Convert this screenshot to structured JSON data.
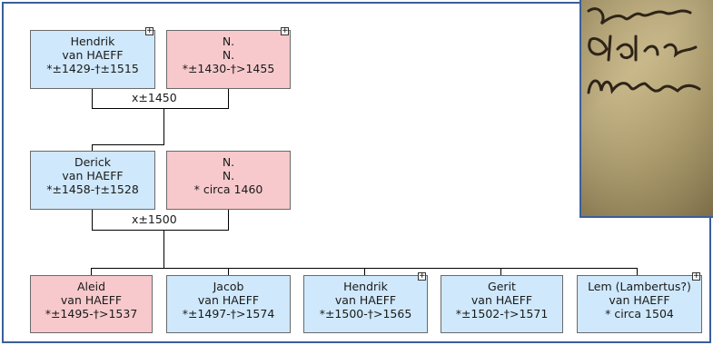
{
  "generations": {
    "gen1": [
      {
        "lines": [
          "Hendrik",
          "van HAEFF",
          "*±1429-†±1515"
        ],
        "sex": "male",
        "expandable": true
      },
      {
        "lines": [
          "N.",
          "N.",
          "*±1430-†>1455"
        ],
        "sex": "female",
        "expandable": true
      }
    ],
    "gen1_marriage": "x±1450",
    "gen2": [
      {
        "lines": [
          "Derick",
          "van HAEFF",
          "*±1458-†±1528"
        ],
        "sex": "male",
        "expandable": false
      },
      {
        "lines": [
          "N.",
          "N.",
          "* circa 1460"
        ],
        "sex": "female",
        "expandable": false
      }
    ],
    "gen2_marriage": "x±1500",
    "children": [
      {
        "lines": [
          "Aleid",
          "van HAEFF",
          "*±1495-†>1537"
        ],
        "sex": "female",
        "expandable": false
      },
      {
        "lines": [
          "Jacob",
          "van HAEFF",
          "*±1497-†>1574"
        ],
        "sex": "male",
        "expandable": false
      },
      {
        "lines": [
          "Hendrik",
          "van HAEFF",
          "*±1500-†>1565"
        ],
        "sex": "male",
        "expandable": true
      },
      {
        "lines": [
          "Gerit",
          "van HAEFF",
          "*±1502-†>1571"
        ],
        "sex": "male",
        "expandable": false
      },
      {
        "lines": [
          "Lem (Lambertus?)",
          "van HAEFF",
          "* circa 1504"
        ],
        "sex": "male",
        "expandable": true
      }
    ]
  },
  "ui": {
    "expand_glyph": "+"
  },
  "colors": {
    "male": "#cfe8fb",
    "female": "#f7c9cc",
    "frame": "#3a5f9a"
  }
}
